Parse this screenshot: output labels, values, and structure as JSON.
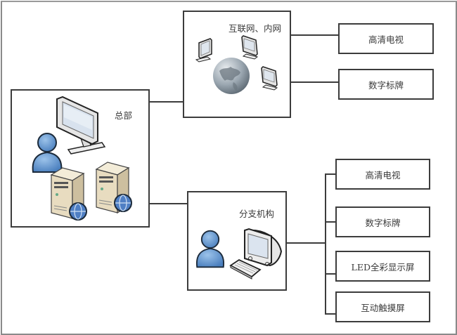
{
  "diagram": {
    "headquarters": {
      "label": "总部",
      "icons": [
        "monitor-icon",
        "user-icon",
        "server-icon",
        "server-icon"
      ]
    },
    "network": {
      "label": "互联网、内网",
      "icons": [
        "globe-icon",
        "monitor-icon",
        "monitor-icon",
        "monitor-icon"
      ],
      "outputs": [
        {
          "label": "高清电视"
        },
        {
          "label": "数字标牌"
        }
      ]
    },
    "branch": {
      "label": "分支机构",
      "icons": [
        "user-icon",
        "crt-monitor-icon",
        "keyboard-icon"
      ],
      "outputs": [
        {
          "label": "高清电视"
        },
        {
          "label": "数字标牌"
        },
        {
          "label": "LED全彩显示屏"
        },
        {
          "label": "互动触摸屏"
        }
      ]
    }
  },
  "colors": {
    "line": "#3c3c3c",
    "user_blue": "#5b8fc9",
    "server_beige": "#e8dcc0",
    "globe_gray": "#8f9aa4"
  }
}
